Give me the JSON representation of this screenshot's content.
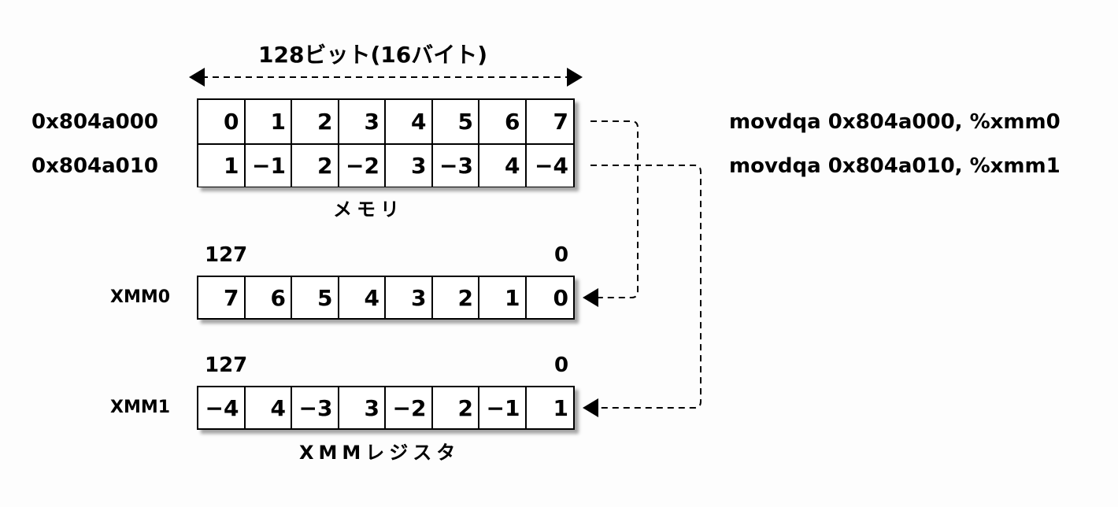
{
  "title": "128ビット(16バイト)",
  "memory": {
    "caption": "メモリ",
    "rows": [
      {
        "address": "0x804a000",
        "cells": [
          "0",
          "1",
          "2",
          "3",
          "4",
          "5",
          "6",
          "7"
        ]
      },
      {
        "address": "0x804a010",
        "cells": [
          "1",
          "−1",
          "2",
          "−2",
          "3",
          "−3",
          "4",
          "−4"
        ]
      }
    ]
  },
  "instructions": [
    "movdqa 0x804a000, %xmm0",
    "movdqa 0x804a010, %xmm1"
  ],
  "registers": {
    "caption": "XMMレジスタ",
    "high_bit": "127",
    "low_bit": "0",
    "items": [
      {
        "name": "XMM0",
        "cells": [
          "7",
          "6",
          "5",
          "4",
          "3",
          "2",
          "1",
          "0"
        ]
      },
      {
        "name": "XMM1",
        "cells": [
          "−4",
          "4",
          "−3",
          "3",
          "−2",
          "2",
          "−1",
          "1"
        ]
      }
    ]
  }
}
